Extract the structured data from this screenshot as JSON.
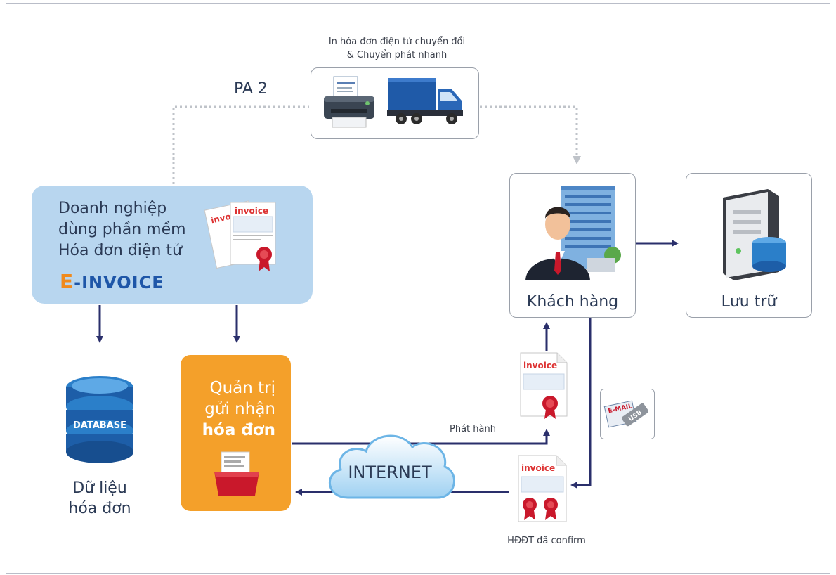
{
  "title_top": "In hóa đơn điện tử chuyển đổi",
  "title_top2": "& Chuyển phát nhanh",
  "pa2": "PA 2",
  "company": {
    "line1": "Doanh nghiệp",
    "line2": "dùng phần mềm",
    "line3": "Hóa đơn điện tử",
    "logo_e": "E",
    "logo_rest": "-INVOICE"
  },
  "invoice_word": "invoice",
  "database": {
    "label": "DATABASE",
    "caption1": "Dữ liệu",
    "caption2": "hóa đơn"
  },
  "manage": {
    "line1": "Quản trị",
    "line2": "gửi nhận",
    "line3": "hóa đơn"
  },
  "internet": "INTERNET",
  "customer": "Khách hàng",
  "storage": "Lưu trữ",
  "publish": "Phát hành",
  "confirmed": "HĐĐT đã confirm",
  "email_usb": {
    "email": "E-MAIL",
    "usb": "USB"
  },
  "colors": {
    "navy": "#2a2f6b",
    "dotted": "#bfc3c9",
    "orange": "#f4a02a",
    "lightblue": "#b8d6ef",
    "cloud": "#7fc1ea"
  }
}
